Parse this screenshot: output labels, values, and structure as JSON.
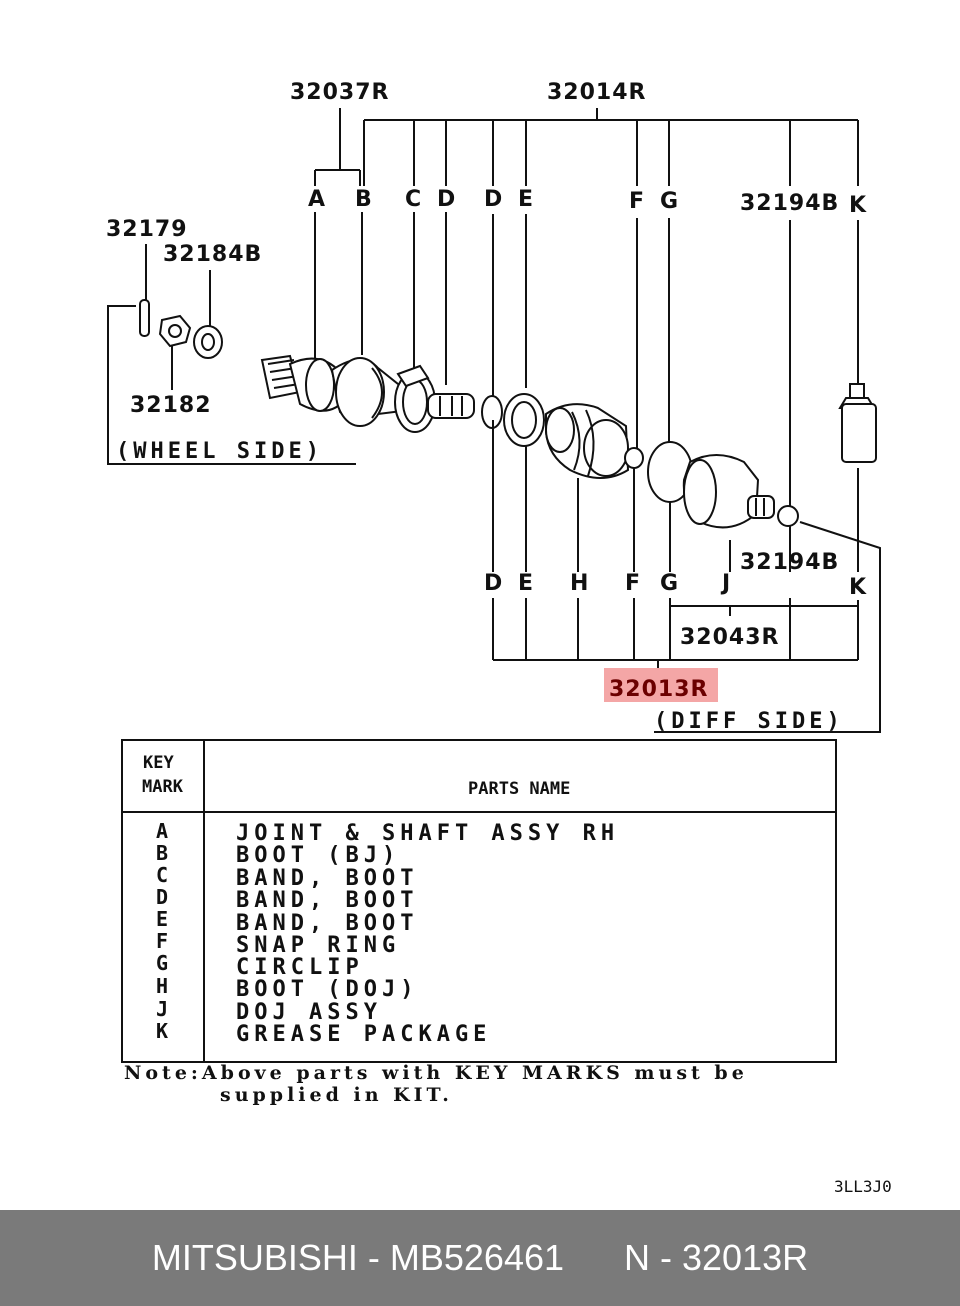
{
  "diagram": {
    "callouts": {
      "c32037R": "32037R",
      "c32014R": "32014R",
      "c32179": "32179",
      "c32184B": "32184B",
      "c32182": "32182",
      "c32194B_top": "32194B",
      "c32194B_bottom": "32194B",
      "c32043R": "32043R",
      "c32013R": "32013R"
    },
    "top_keys": [
      "A",
      "B",
      "C",
      "D",
      "D",
      "E",
      "F",
      "G",
      "K"
    ],
    "bottom_keys": [
      "D",
      "E",
      "H",
      "F",
      "G",
      "J",
      "K"
    ],
    "wheel_side": "(WHEEL SIDE)",
    "diff_side": "(DIFF SIDE)",
    "highlight_color": "#f4a6a6"
  },
  "table": {
    "header_key": [
      "KEY",
      "MARK"
    ],
    "header_name": "PARTS NAME",
    "rows": [
      {
        "key": "A",
        "name": "JOINT & SHAFT ASSY RH"
      },
      {
        "key": "B",
        "name": "BOOT (BJ)"
      },
      {
        "key": "C",
        "name": "BAND, BOOT"
      },
      {
        "key": "D",
        "name": "BAND, BOOT"
      },
      {
        "key": "E",
        "name": "BAND, BOOT"
      },
      {
        "key": "F",
        "name": "SNAP RING"
      },
      {
        "key": "G",
        "name": "CIRCLIP"
      },
      {
        "key": "H",
        "name": "BOOT (DOJ)"
      },
      {
        "key": "J",
        "name": "DOJ ASSY"
      },
      {
        "key": "K",
        "name": "GREASE PACKAGE"
      }
    ],
    "note_line1": "Note:Above parts with KEY MARKS must be",
    "note_line2": "supplied in KIT."
  },
  "diagram_code": "3LL3J0",
  "footer": {
    "text": "MITSUBISHI - MB526461      N - 32013R"
  }
}
